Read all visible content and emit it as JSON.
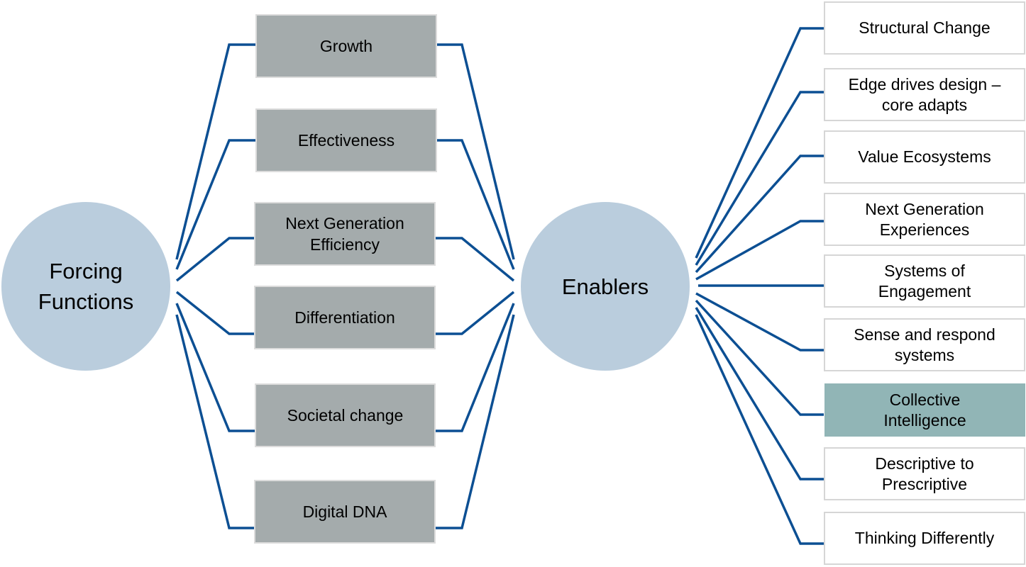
{
  "diagram": {
    "type": "hub-and-spoke",
    "colors": {
      "hub_fill": "#bacddd",
      "forcing_box_fill": "#a4abac",
      "enabler_box_fill": "#ffffff",
      "highlight_fill": "#91b5b6",
      "connector": "#0c4f93"
    },
    "left_hub": {
      "label": "Forcing\nFunctions"
    },
    "center_hub": {
      "label": "Enablers"
    },
    "forcing_functions": [
      {
        "label": "Growth"
      },
      {
        "label": "Effectiveness"
      },
      {
        "label": "Next Generation\nEfficiency"
      },
      {
        "label": "Differentiation"
      },
      {
        "label": "Societal change"
      },
      {
        "label": "Digital DNA"
      }
    ],
    "enablers": [
      {
        "label": "Structural Change",
        "highlighted": false
      },
      {
        "label": "Edge drives design –\ncore adapts",
        "highlighted": false
      },
      {
        "label": "Value Ecosystems",
        "highlighted": false
      },
      {
        "label": "Next Generation\nExperiences",
        "highlighted": false
      },
      {
        "label": "Systems of\nEngagement",
        "highlighted": false
      },
      {
        "label": "Sense and respond\nsystems",
        "highlighted": false
      },
      {
        "label": "Collective\nIntelligence",
        "highlighted": true
      },
      {
        "label": "Descriptive to\nPrescriptive",
        "highlighted": false
      },
      {
        "label": "Thinking Differently",
        "highlighted": false
      }
    ],
    "edges": [
      {
        "from": "Forcing Functions",
        "to": "Growth"
      },
      {
        "from": "Forcing Functions",
        "to": "Effectiveness"
      },
      {
        "from": "Forcing Functions",
        "to": "Next Generation Efficiency"
      },
      {
        "from": "Forcing Functions",
        "to": "Differentiation"
      },
      {
        "from": "Forcing Functions",
        "to": "Societal change"
      },
      {
        "from": "Forcing Functions",
        "to": "Digital DNA"
      },
      {
        "from": "Growth",
        "to": "Enablers"
      },
      {
        "from": "Effectiveness",
        "to": "Enablers"
      },
      {
        "from": "Next Generation Efficiency",
        "to": "Enablers"
      },
      {
        "from": "Differentiation",
        "to": "Enablers"
      },
      {
        "from": "Societal change",
        "to": "Enablers"
      },
      {
        "from": "Digital DNA",
        "to": "Enablers"
      },
      {
        "from": "Enablers",
        "to": "Structural Change"
      },
      {
        "from": "Enablers",
        "to": "Edge drives design – core adapts"
      },
      {
        "from": "Enablers",
        "to": "Value Ecosystems"
      },
      {
        "from": "Enablers",
        "to": "Next Generation Experiences"
      },
      {
        "from": "Enablers",
        "to": "Systems of Engagement"
      },
      {
        "from": "Enablers",
        "to": "Sense and respond systems"
      },
      {
        "from": "Enablers",
        "to": "Collective Intelligence"
      },
      {
        "from": "Enablers",
        "to": "Descriptive to Prescriptive"
      },
      {
        "from": "Enablers",
        "to": "Thinking Differently"
      }
    ]
  }
}
